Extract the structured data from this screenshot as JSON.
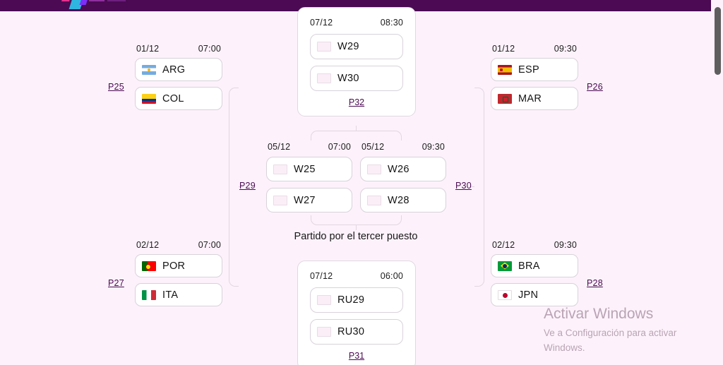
{
  "header": {
    "logo_name": "site-logo",
    "bar_color": "#4b0a53"
  },
  "theme": {
    "background": "#fdf2fb",
    "card_background": "#ffffff",
    "link_color": "#4b0a53",
    "connector_color": "#e2d6e2",
    "border_color": "#d8d2da"
  },
  "bracket": {
    "quarterfinals": [
      {
        "id": "qf-left-top",
        "date": "01/12",
        "time": "07:00",
        "link": "P25",
        "teams": [
          {
            "code": "ARG",
            "flag": "flag-argentina"
          },
          {
            "code": "COL",
            "flag": "flag-colombia"
          }
        ]
      },
      {
        "id": "qf-left-bottom",
        "date": "02/12",
        "time": "07:00",
        "link": "P27",
        "teams": [
          {
            "code": "POR",
            "flag": "flag-portugal"
          },
          {
            "code": "ITA",
            "flag": "flag-italy"
          }
        ]
      },
      {
        "id": "qf-right-top",
        "date": "01/12",
        "time": "09:30",
        "link": "P26",
        "teams": [
          {
            "code": "ESP",
            "flag": "flag-spain"
          },
          {
            "code": "MAR",
            "flag": "flag-morocco"
          }
        ]
      },
      {
        "id": "qf-right-bottom",
        "date": "02/12",
        "time": "09:30",
        "link": "P28",
        "teams": [
          {
            "code": "BRA",
            "flag": "flag-brazil"
          },
          {
            "code": "JPN",
            "flag": "flag-japan"
          }
        ]
      }
    ],
    "semifinals": [
      {
        "id": "sf-left",
        "date": "05/12",
        "time": "07:00",
        "link": "P29",
        "teams": [
          {
            "code": "W25",
            "flag": "flag-placeholder"
          },
          {
            "code": "W27",
            "flag": "flag-placeholder"
          }
        ]
      },
      {
        "id": "sf-right",
        "date": "05/12",
        "time": "09:30",
        "link": "P30",
        "teams": [
          {
            "code": "W26",
            "flag": "flag-placeholder"
          },
          {
            "code": "W28",
            "flag": "flag-placeholder"
          }
        ]
      }
    ],
    "final": {
      "id": "final",
      "date": "07/12",
      "time": "08:30",
      "link": "P32",
      "teams": [
        {
          "code": "W29",
          "flag": "flag-placeholder"
        },
        {
          "code": "W30",
          "flag": "flag-placeholder"
        }
      ]
    },
    "third_place": {
      "id": "third-place",
      "title": "Partido por el tercer puesto",
      "date": "07/12",
      "time": "06:00",
      "link": "P31",
      "teams": [
        {
          "code": "RU29",
          "flag": "flag-placeholder"
        },
        {
          "code": "RU30",
          "flag": "flag-placeholder"
        }
      ]
    }
  },
  "watermark": {
    "title": "Activar Windows",
    "subtitle": "Ve a Configuración para activar Windows."
  }
}
